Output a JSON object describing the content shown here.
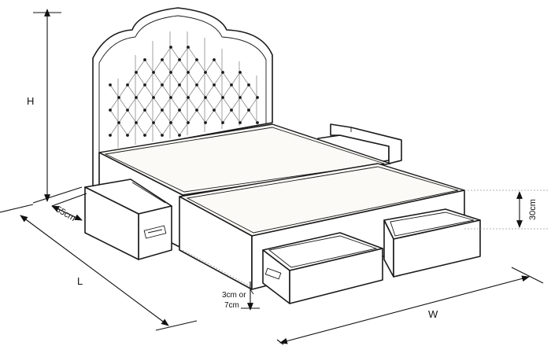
{
  "dimensions": {
    "height_label": "H",
    "length_label": "L",
    "width_label": "W",
    "drawer_depth": "55cm",
    "drawer_height": "30cm",
    "leg_clearance_line1": "3cm or",
    "leg_clearance_line2": "7cm"
  }
}
